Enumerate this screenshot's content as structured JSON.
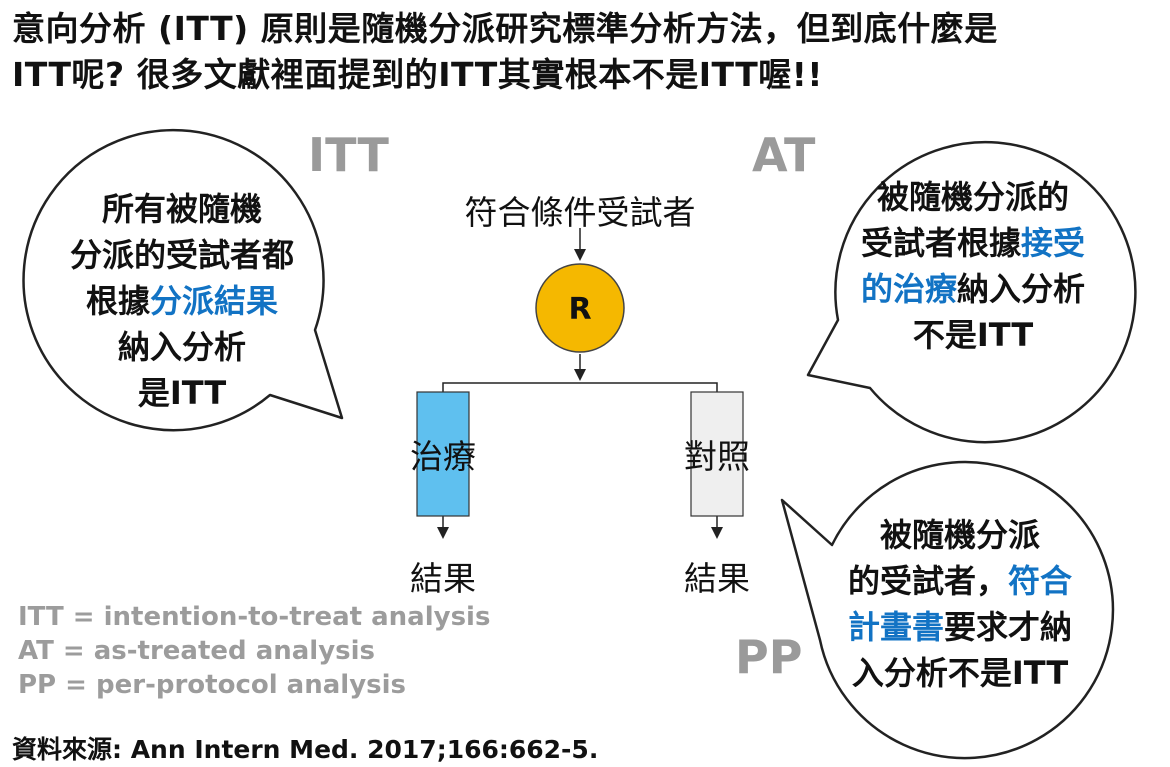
{
  "title": {
    "line1": "意向分析 (ITT) 原則是隨機分派研究標準分析方法，但到底什麼是",
    "line2": "ITT呢? 很多文獻裡面提到的ITT其實根本不是ITT喔!!"
  },
  "labels": {
    "itt": "ITT",
    "at": "AT",
    "pp": "PP"
  },
  "itt_bubble": {
    "line1": "所有被隨機",
    "line2": "分派的受試者都",
    "line3_pre": "根據",
    "line3_hl": "分派結果",
    "line4": "納入分析",
    "line5": "是ITT"
  },
  "at_bubble": {
    "line1": "被隨機分派的",
    "line2_pre": "受試者根據",
    "line2_hl": "接受",
    "line3_hl": "的治療",
    "line3_post": "納入分析",
    "line4": "不是ITT"
  },
  "pp_bubble": {
    "line1": "被隨機分派",
    "line2_pre": "的受試者，",
    "line2_hl": "符合",
    "line3_hl": "計畫書",
    "line3_post": "要求才納",
    "line4": "入分析不是ITT"
  },
  "flow": {
    "eligible": "符合條件受試者",
    "randomize": "R",
    "treatment": "治療",
    "control": "對照",
    "outcome_left": "結果",
    "outcome_right": "結果"
  },
  "legend": {
    "itt": "ITT = intention-to-treat analysis",
    "at": "AT = as-treated analysis",
    "pp": "PP = per-protocol analysis"
  },
  "source": "資料來源: Ann Intern Med. 2017;166:662-5.",
  "colors": {
    "highlight": "#1273c4",
    "randomize_fill": "#f5b800",
    "treatment_fill": "#5fc0ef",
    "control_fill": "#efefef",
    "gray_label": "#9a9a9a"
  }
}
